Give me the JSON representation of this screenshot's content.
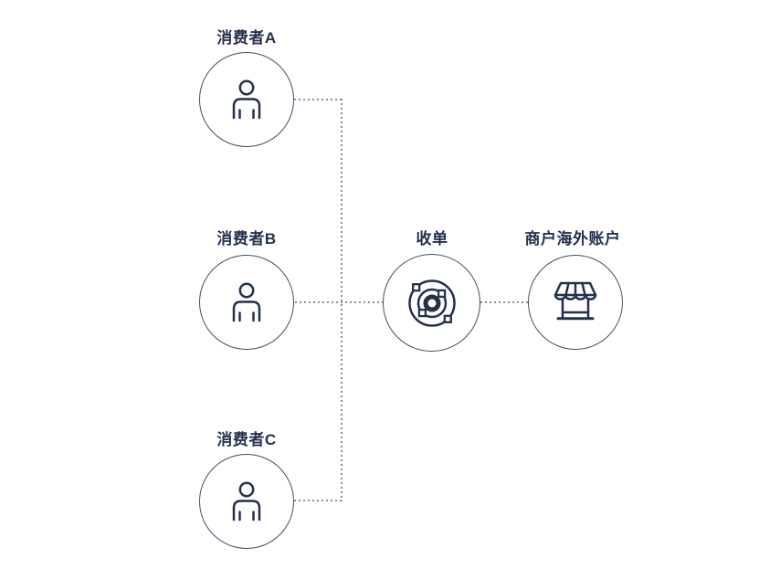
{
  "diagram": {
    "colors": {
      "background": "#ffffff",
      "ink": "#24304e",
      "circle_stroke": "#41506b",
      "connector": "#868fa0"
    },
    "nodes": {
      "consumer_a": {
        "label": "消费者A",
        "icon": "person-icon"
      },
      "consumer_b": {
        "label": "消费者B",
        "icon": "person-icon"
      },
      "consumer_c": {
        "label": "消费者C",
        "icon": "person-icon"
      },
      "acquiring": {
        "label": "收单",
        "icon": "orbit-network-icon"
      },
      "merchant_overseas_account": {
        "label": "商户海外账户",
        "icon": "storefront-icon"
      }
    },
    "connections": [
      {
        "from": "consumer_a",
        "to": "acquiring",
        "style": "dotted"
      },
      {
        "from": "consumer_b",
        "to": "acquiring",
        "style": "dotted"
      },
      {
        "from": "consumer_c",
        "to": "acquiring",
        "style": "dotted"
      },
      {
        "from": "acquiring",
        "to": "merchant_overseas_account",
        "style": "dotted"
      }
    ]
  }
}
